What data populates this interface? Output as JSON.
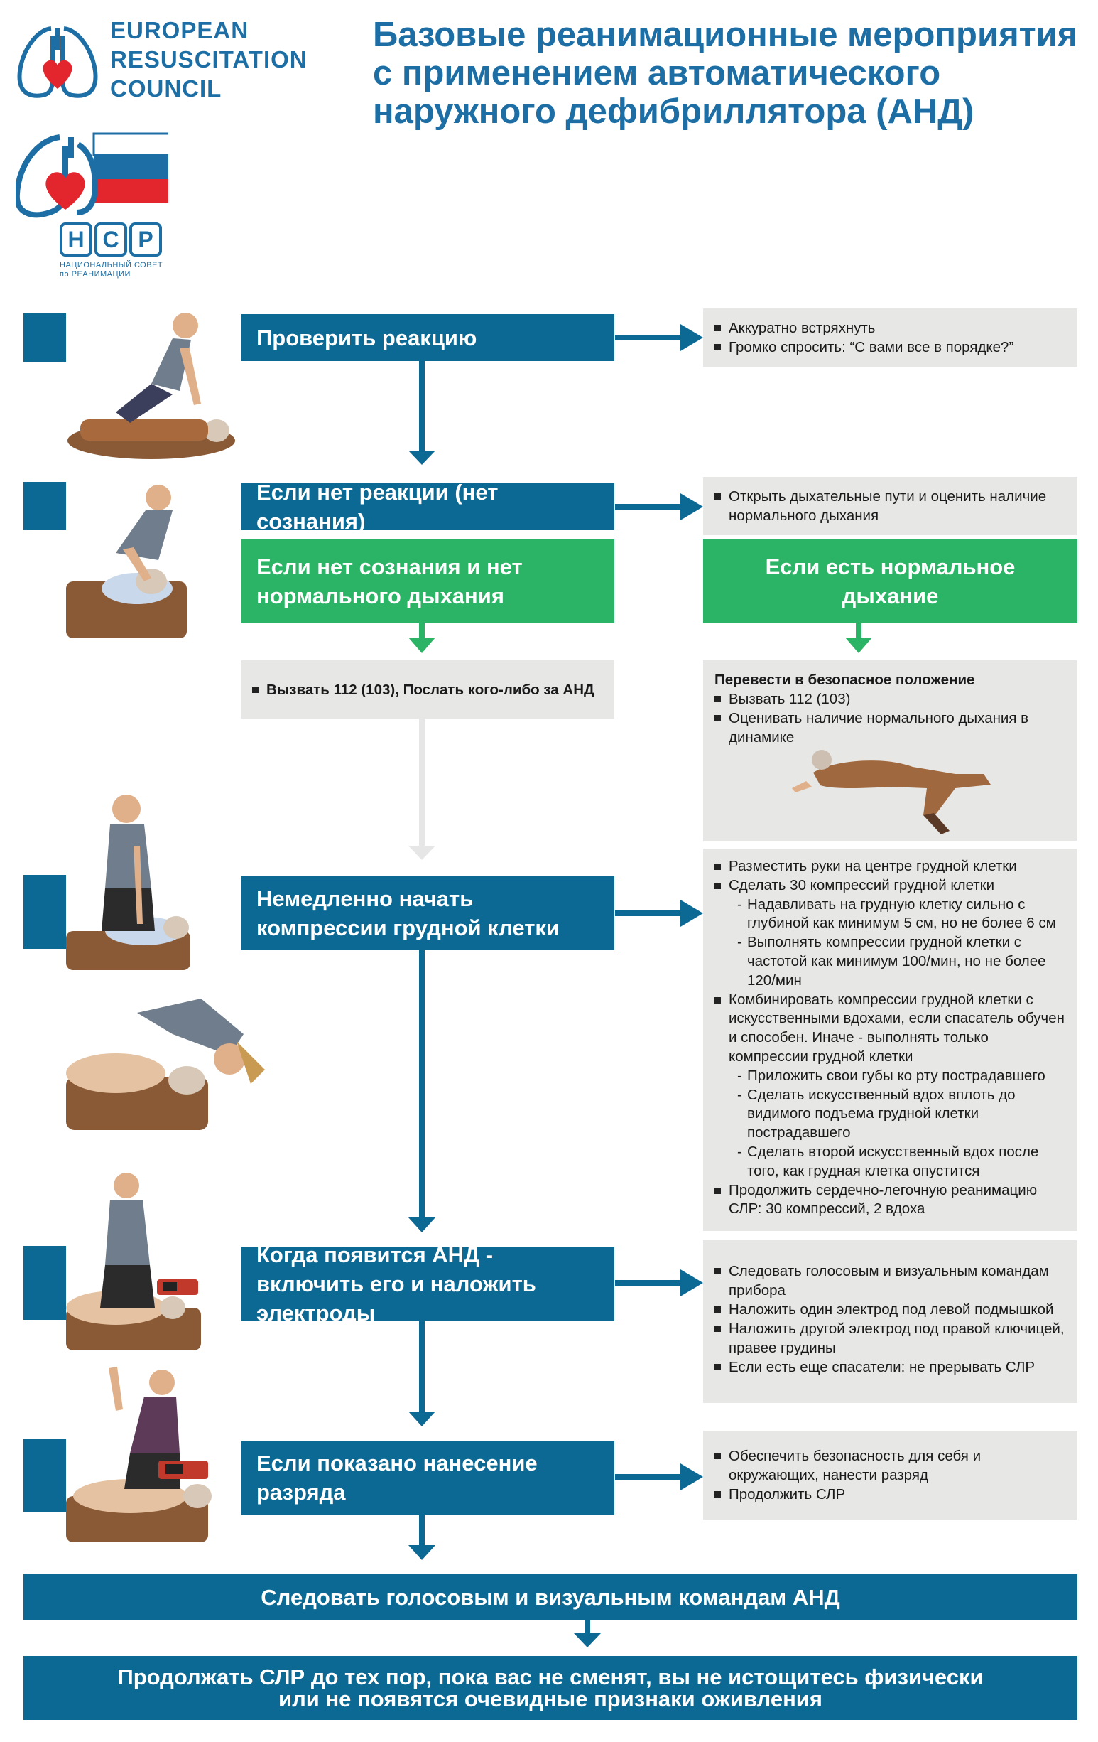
{
  "header": {
    "org_lines": [
      "EUROPEAN",
      "RESUSCITATION",
      "COUNCIL"
    ],
    "title_lines": [
      "Базовые реанимационные мероприятия",
      "с применением автоматического",
      "наружного дефибриллятора (АНД)"
    ],
    "ncr_letters": [
      "Н",
      "С",
      "Р"
    ],
    "ncr_caption_lines": [
      "НАЦИОНАЛЬНЫЙ СОВЕТ",
      "по  РЕАНИМАЦИИ"
    ]
  },
  "steps": {
    "check_response": "Проверить реакцию",
    "no_response": "Если нет реакции (нет сознания)",
    "no_breathing": "Если нет сознания и нет нормального дыхания",
    "normal_breathing": "Если есть нормальное дыхание",
    "start_compressions": "Немедленно начать компрессии грудной клетки",
    "aed_arrives": "Когда появится АНД - включить его и наложить электроды",
    "shock_indicated": "Если показано нанесение разряда",
    "follow_commands": "Следовать голосовым и визуальным командам АНД",
    "continue_cpr_line1": "Продолжать СЛР до тех пор, пока вас не сменят, вы не истощитесь физически",
    "continue_cpr_line2": "или не появятся очевидные признаки оживления"
  },
  "info": {
    "check_response": [
      "Аккуратно встряхнуть",
      "Громко спросить: “С вами все в порядке?”"
    ],
    "no_response": [
      "Открыть дыхательные пути и оценить наличие нормального дыхания"
    ],
    "call": [
      "Вызвать 112 (103), Послать кого-либо за АНД"
    ],
    "recovery_title": "Перевести в безопасное положение",
    "recovery": [
      "Вызвать 112 (103)",
      "Оценивать наличие нормального дыхания в динамике"
    ],
    "compressions": [
      {
        "text": "Разместить руки на центре грудной клетки",
        "sub": false
      },
      {
        "text": "Сделать 30 компрессий грудной клетки",
        "sub": false
      },
      {
        "text": "Надавливать на грудную клетку сильно с глубиной как минимум 5 см, но не более 6 см",
        "sub": true
      },
      {
        "text": "Выполнять компрессии грудной клетки с частотой как минимум 100/мин, но не более 120/мин",
        "sub": true
      },
      {
        "text": "Комбинировать компрессии грудной клетки с искусственными вдохами, если спасатель обучен и способен. Иначе - выполнять только компрессии грудной клетки",
        "sub": false
      },
      {
        "text": "Приложить свои губы ко рту пострадавшего",
        "sub": true
      },
      {
        "text": "Сделать искусственный вдох вплоть до видимого подъема грудной клетки пострадавшего",
        "sub": true
      },
      {
        "text": "Сделать второй искусственный вдох после того, как грудная клетка опустится",
        "sub": true
      },
      {
        "text": "Продолжить сердечно-легочную реанимацию СЛР: 30 компрессий, 2 вдоха",
        "sub": false
      }
    ],
    "aed": [
      "Следовать голосовым и визуальным командам прибора",
      "Наложить один электрод под левой подмышкой",
      "Наложить другой электрод под правой ключицей, правее грудины",
      "Если есть еще спасатели: не прерывать СЛР"
    ],
    "shock": [
      "Обеспечить безопасность для себя и окружающих, нанести разряд",
      "Продолжить СЛР"
    ]
  },
  "colors": {
    "blue": "#0b6994",
    "green": "#2bb466",
    "gray_box": "#e7e7e5",
    "faded_arrow": "#e6e6e6",
    "title_blue": "#1c6ea4",
    "logo_red": "#e3262e"
  }
}
